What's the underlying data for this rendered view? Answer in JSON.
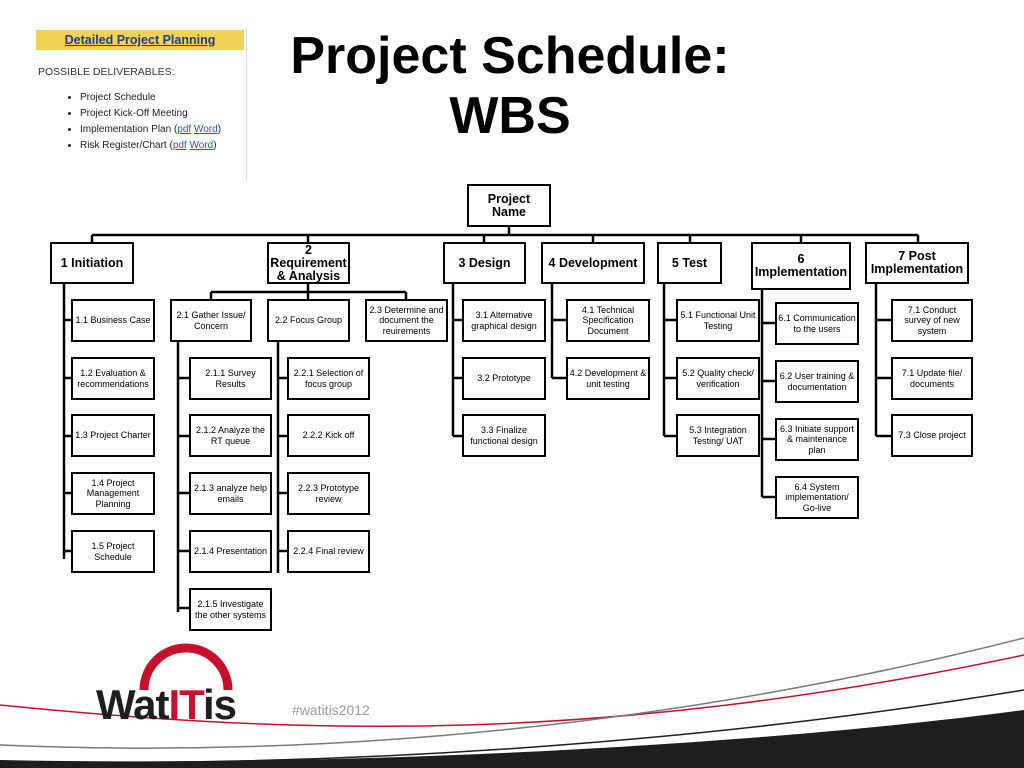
{
  "inset": {
    "header": "Detailed Project Planning",
    "subheader": "POSSIBLE DELIVERABLES:",
    "items": [
      {
        "text": "Project Schedule",
        "links": []
      },
      {
        "text": "Project Kick-Off Meeting",
        "links": []
      },
      {
        "text": "Implementation Plan (",
        "links": [
          "pdf",
          "Word"
        ],
        "suffix": ")"
      },
      {
        "text": "Risk Register/Chart (",
        "links": [
          "pdf",
          "Word"
        ],
        "suffix": ")"
      }
    ]
  },
  "title": {
    "line1": "Project Schedule:",
    "line2": "WBS"
  },
  "wbs": {
    "root": "Project Name",
    "phases": [
      {
        "label": "1 Initiation",
        "children": [
          "1.1 Business Case",
          "1.2 Evaluation & recommendations",
          "1.3 Project Charter",
          "1.4 Project Management Planning",
          "1.5 Project Schedule"
        ]
      },
      {
        "label": "2 Requirement & Analysis",
        "children": [
          {
            "label": "2.1 Gather Issue/ Concern",
            "children": [
              "2.1.1 Survey Results",
              "2.1.2 Analyze the RT queue",
              "2.1.3 analyze help emails",
              "2.1.4 Presentation",
              "2.1.5 Investigate the other systems"
            ]
          },
          {
            "label": "2.2 Focus Group",
            "children": [
              "2.2.1 Selection of focus group",
              "2.2.2 Kick off",
              "2.2.3 Prototype review",
              "2.2.4 Final review"
            ]
          },
          {
            "label": "2.3 Determine and document the reuirements",
            "children": []
          }
        ]
      },
      {
        "label": "3 Design",
        "children": [
          "3.1 Alternative graphical design",
          "3.2 Prototype",
          "3.3 Finalize functional design"
        ]
      },
      {
        "label": "4 Development",
        "children": [
          "4.1 Technical Specification Document",
          "4.2 Development & unit testing"
        ]
      },
      {
        "label": "5 Test",
        "children": [
          "5.1 Functional Unit Testing",
          "5.2 Quality check/ verification",
          "5.3 Integration Testing/ UAT"
        ]
      },
      {
        "label": "6 Implementation",
        "children": [
          "6.1 Communication to the users",
          "6.2 User training & documentation",
          "6.3 Initiate support & maintenance plan",
          "6.4 System implementation/ Go-live"
        ]
      },
      {
        "label": "7 Post Implementation",
        "children": [
          "7.1 Conduct survey of new system",
          "7.1 Update file/ documents",
          "7.3 Close project"
        ]
      }
    ]
  },
  "footer": {
    "logo_prefix": "Wat",
    "logo_highlight": "IT",
    "logo_suffix": "is",
    "hashtag": "#watitis2012"
  },
  "colors": {
    "logo_red": "#c8102e",
    "inset_header_bg": "#f2d255",
    "link": "#1f5fbf"
  }
}
